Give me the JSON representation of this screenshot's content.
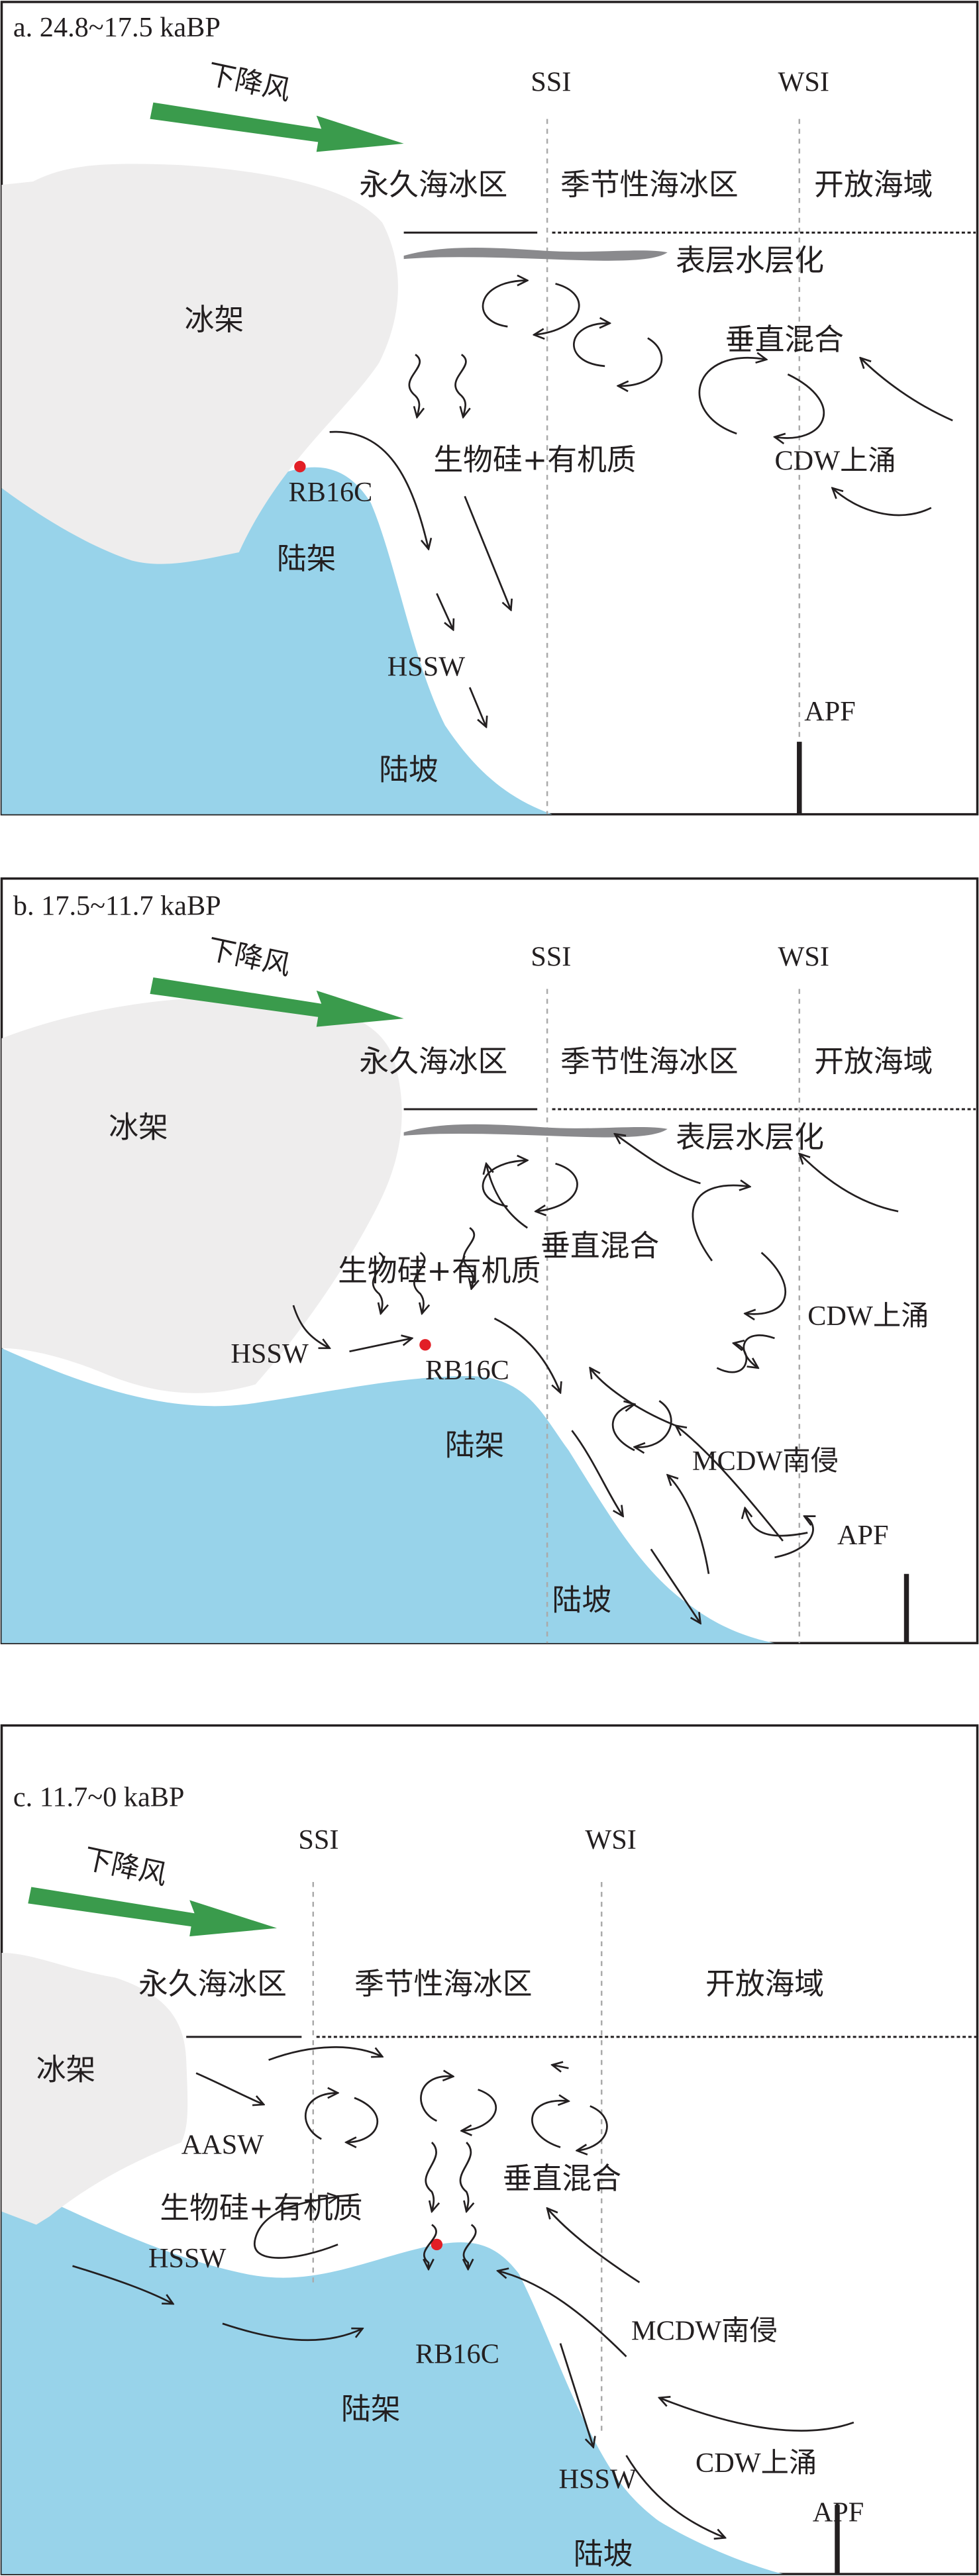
{
  "colors": {
    "wind": "#3a9b4c",
    "ice_shelf": "#eeeded",
    "continental": "#98d3ea",
    "core_site": "#e21f26",
    "stratification": "#8a8a8d"
  },
  "panels": [
    {
      "title": "a. 24.8~17.5 kaBP",
      "wind": "下降风",
      "ssi": "SSI",
      "wsi": "WSI",
      "zone_permanent": "永久海冰区",
      "zone_seasonal": "季节性海冰区",
      "zone_open": "开放海域",
      "stratification": "表层水层化",
      "ice_shelf": "冰架",
      "vertical_mixing": "垂直混合",
      "biosilica": "生物硅+有机质",
      "cdw": "CDW上涌",
      "core": "RB16C",
      "shelf": "陆架",
      "hssw": "HSSW",
      "slope": "陆坡",
      "apf": "APF"
    },
    {
      "title": "b. 17.5~11.7 kaBP",
      "wind": "下降风",
      "ssi": "SSI",
      "wsi": "WSI",
      "zone_permanent": "永久海冰区",
      "zone_seasonal": "季节性海冰区",
      "zone_open": "开放海域",
      "stratification": "表层水层化",
      "ice_shelf": "冰架",
      "vertical_mixing": "垂直混合",
      "biosilica": "生物硅+有机质",
      "hssw": "HSSW",
      "core": "RB16C",
      "cdw": "CDW上涌",
      "shelf": "陆架",
      "mcdw": "MCDW南侵",
      "slope": "陆坡",
      "apf": "APF"
    },
    {
      "title": "c. 11.7~0 kaBP",
      "wind": "下降风",
      "ssi": "SSI",
      "wsi": "WSI",
      "zone_permanent": "永久海冰区",
      "zone_seasonal": "季节性海冰区",
      "zone_open": "开放海域",
      "ice_shelf": "冰架",
      "aasw": "AASW",
      "biosilica": "生物硅+有机质",
      "hssw": "HSSW",
      "vertical_mixing": "垂直混合",
      "mcdw": "MCDW南侵",
      "core": "RB16C",
      "shelf": "陆架",
      "cdw": "CDW上涌",
      "hssw2": "HSSW",
      "apf": "APF",
      "slope": "陆坡"
    }
  ]
}
